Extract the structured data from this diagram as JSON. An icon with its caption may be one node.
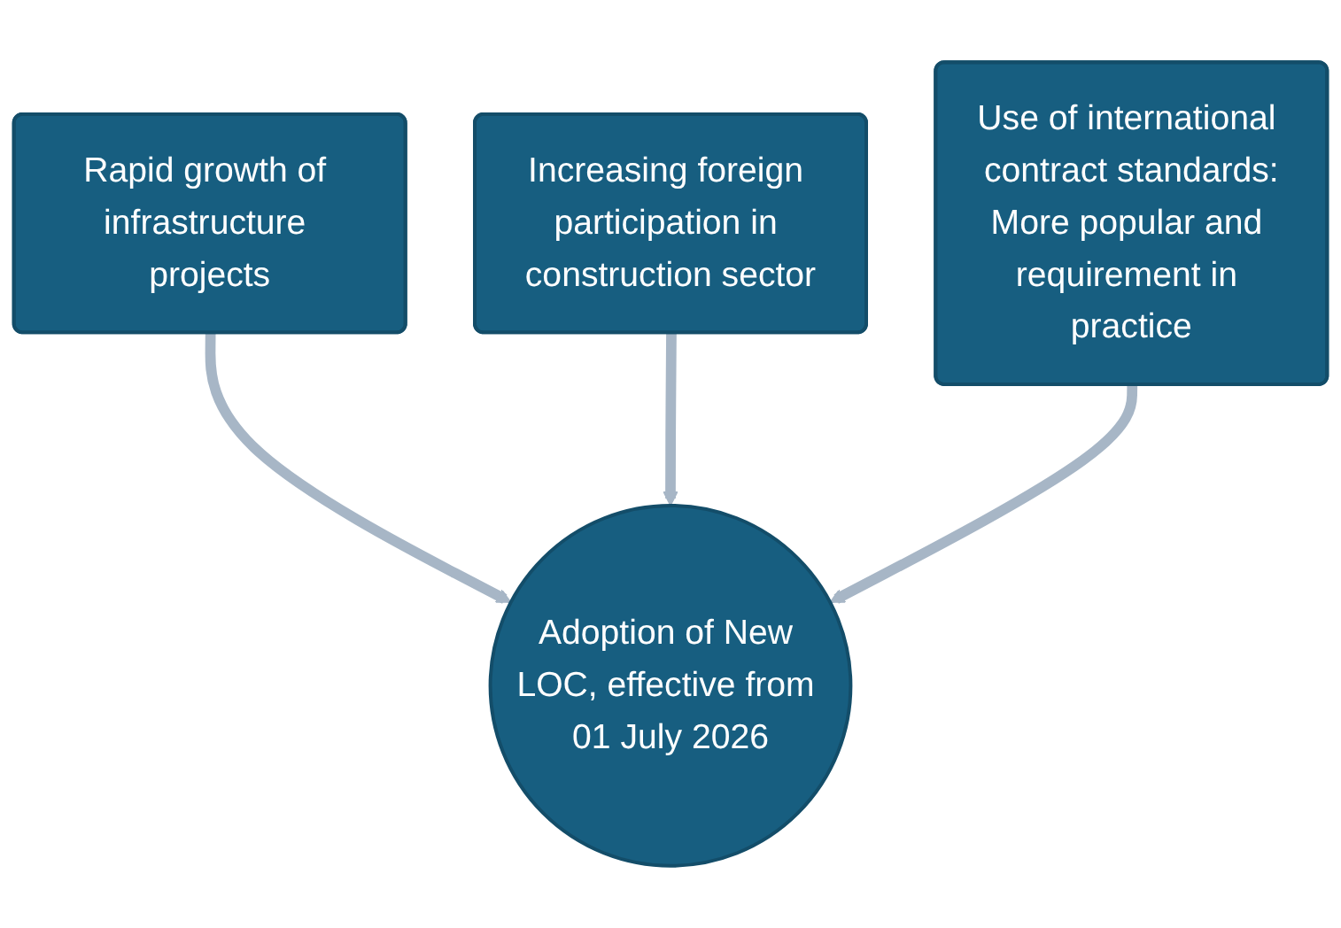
{
  "diagram": {
    "nodes": [
      {
        "text": [
          "Rapid growth of infrastructure projects"
        ]
      },
      {
        "text": [
          "Increasing foreign participation in construction sector"
        ]
      },
      {
        "text": [
          "Use of international contract standards:",
          "More popular and requirement in practice"
        ]
      },
      {
        "text": [
          "Adoption of New LOC, effective from 01 July 2026"
        ]
      }
    ],
    "edges": [
      {
        "from": 0,
        "to": 3,
        "arrow": "to"
      },
      {
        "from": 1,
        "to": 3,
        "arrow": "to"
      },
      {
        "from": 2,
        "to": 3,
        "arrow": "to"
      }
    ]
  }
}
